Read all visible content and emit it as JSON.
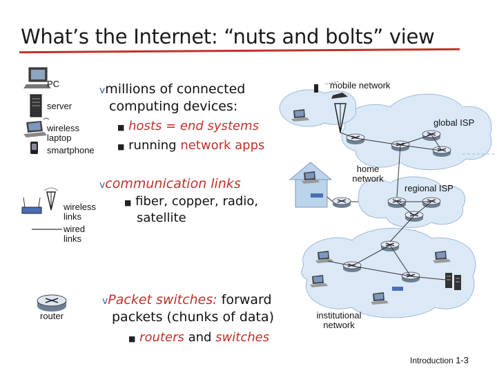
{
  "title": "What’s the Internet: “nuts and bolts” view",
  "legend": {
    "pc": "PC",
    "server": "server",
    "wireless_laptop": "wireless laptop",
    "smartphone": "smartphone",
    "wireless_links": "wireless links",
    "wired_links": "wired links",
    "router": "router"
  },
  "bullets": {
    "b1_line1": "millions of connected",
    "b1_line2": "computing devices:",
    "b1_sub1_a": "hosts = end systems",
    "b1_sub2_a": "running ",
    "b1_sub2_b": "network apps",
    "b2_a": "communication links",
    "b2_sub1_line1": "fiber, copper, radio,",
    "b2_sub1_line2": "satellite",
    "b3_a": "Packet switches:",
    "b3_b": " forward",
    "b3_line2": "packets (chunks of data)",
    "b3_sub1_a": "routers",
    "b3_sub1_b": " and ",
    "b3_sub1_c": "switches"
  },
  "network": {
    "mobile_network": "mobile network",
    "global_isp": "global ISP",
    "home_network_1": "home",
    "home_network_2": "network",
    "regional_isp": "regional ISP",
    "institutional_1": "institutional",
    "institutional_2": "network"
  },
  "footer": {
    "label": "Introduction",
    "page": "1-3"
  },
  "colors": {
    "accent": "#c0302a",
    "bullet": "#3a5fa8",
    "cloud": "#dbe9f7",
    "router": "#7a8a9a"
  }
}
